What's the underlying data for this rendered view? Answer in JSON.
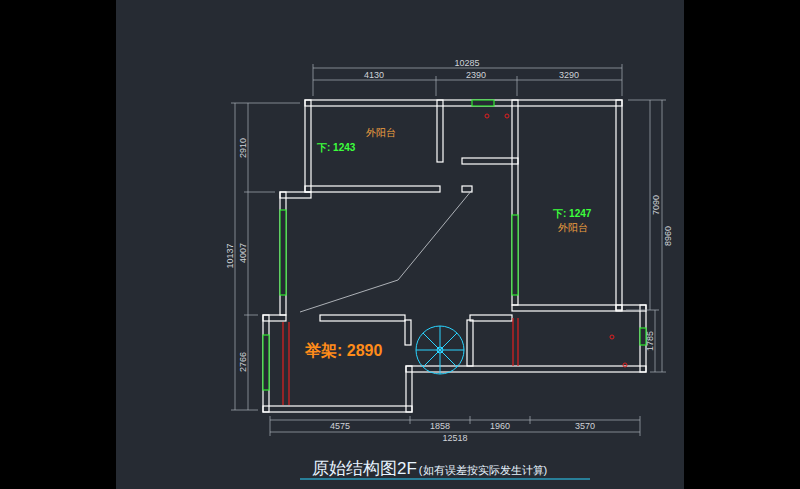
{
  "diagram": {
    "title": "原始结构图2F",
    "caption": "(如有误差按实际发生计算)",
    "nodes": [
      {
        "text": [
          "下: 1243",
          "外阳台"
        ]
      },
      {
        "text": [
          "下: 1247",
          "外阳台"
        ]
      },
      {
        "text": [
          "举架: 2890"
        ]
      }
    ],
    "labels": [
      "10285",
      "4130",
      "2390",
      "3290",
      "2910",
      "4007",
      "10137",
      "2766",
      "7090",
      "8960",
      "1785",
      "4575",
      "1858",
      "1960",
      "3570",
      "12518"
    ]
  }
}
